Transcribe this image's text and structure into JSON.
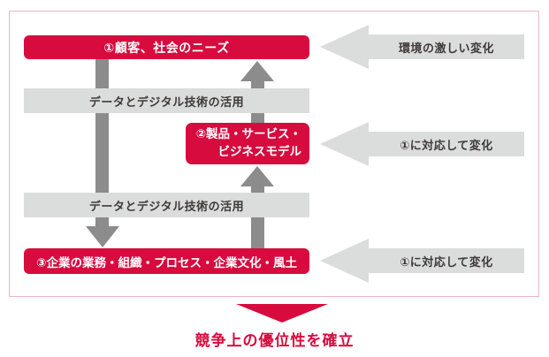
{
  "colors": {
    "crimson": "#d70b3e",
    "frame_pink": "#eab6c5",
    "connector_gray": "#8c8c8c",
    "light_gray": "#dbdcdc",
    "text_dark": "#3e3a39"
  },
  "diagram": {
    "box1_label": "①顧客、社会のニーズ",
    "box2_line1": "②製品・サービス・",
    "box2_line2": "ビジネスモデル",
    "box3_label": "③企業の業務・組織・プロセス・企業文化・風土",
    "data_bar1_label": "データとデジタル技術の活用",
    "data_bar2_label": "データとデジタル技術の活用",
    "right_arrow1_label": "環境の激しい変化",
    "right_arrow2_label": "①に対応して変化",
    "right_arrow3_label": "①に対応して変化",
    "footer_label": "競争上の優位性を確立"
  }
}
